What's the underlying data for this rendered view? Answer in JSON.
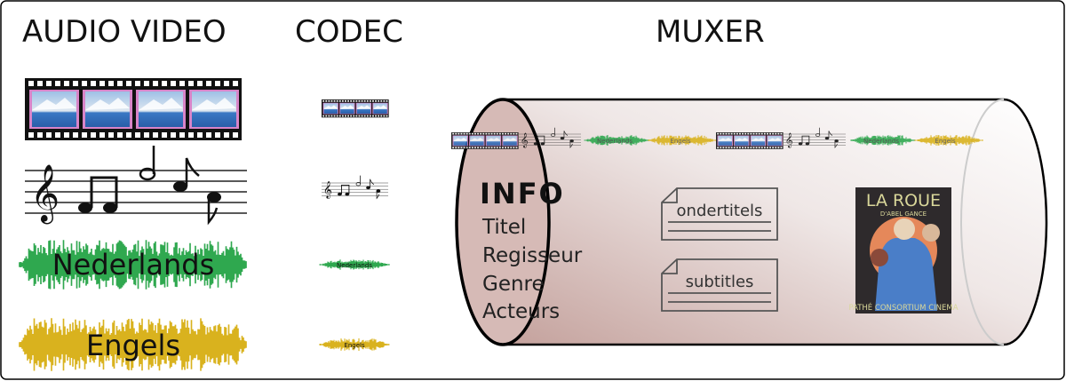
{
  "headings": {
    "audio_video": "AUDIO VIDEO",
    "codec": "CODEC",
    "muxer": "MUXER"
  },
  "streams": {
    "dutch_audio": "Nederlands",
    "english_audio": "Engels"
  },
  "info": {
    "title": "INFO",
    "fields": [
      "Titel",
      "Regisseur",
      "Genre",
      "Acteurs"
    ]
  },
  "subtitle_docs": [
    "ondertitels",
    "subtitles"
  ],
  "poster": {
    "title": "LA ROUE",
    "subtitle": "D'ABEL GANCE",
    "footer": "PATHÉ CONSORTIUM CINEMA"
  },
  "colors": {
    "green": "#2fa84f",
    "yellow": "#d9b21e",
    "tube": "#d6bab6",
    "film_sky": "#5b8fd0"
  }
}
